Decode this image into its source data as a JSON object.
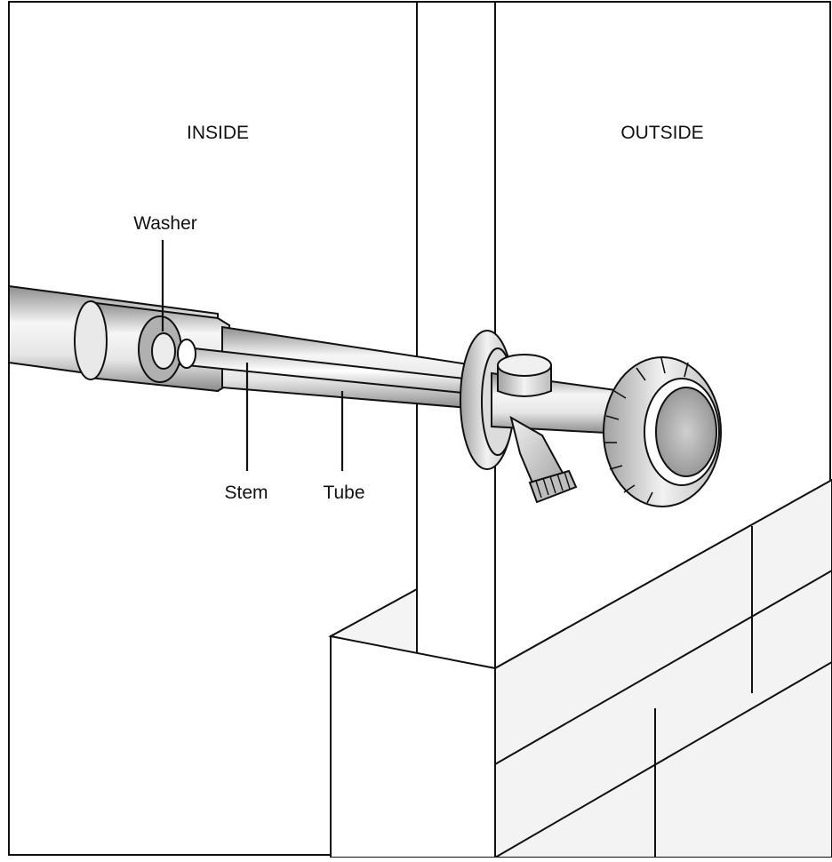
{
  "diagram": {
    "regions": {
      "inside": "INSIDE",
      "outside": "OUTSIDE"
    },
    "callouts": {
      "washer": "Washer",
      "stem": "Stem",
      "tube": "Tube"
    },
    "colors": {
      "line": "#111111",
      "wall": "#ffffff",
      "metal_dark": "#9a9a9a",
      "metal_light": "#f4f4f4",
      "shadow": "#c8c8c8"
    }
  }
}
